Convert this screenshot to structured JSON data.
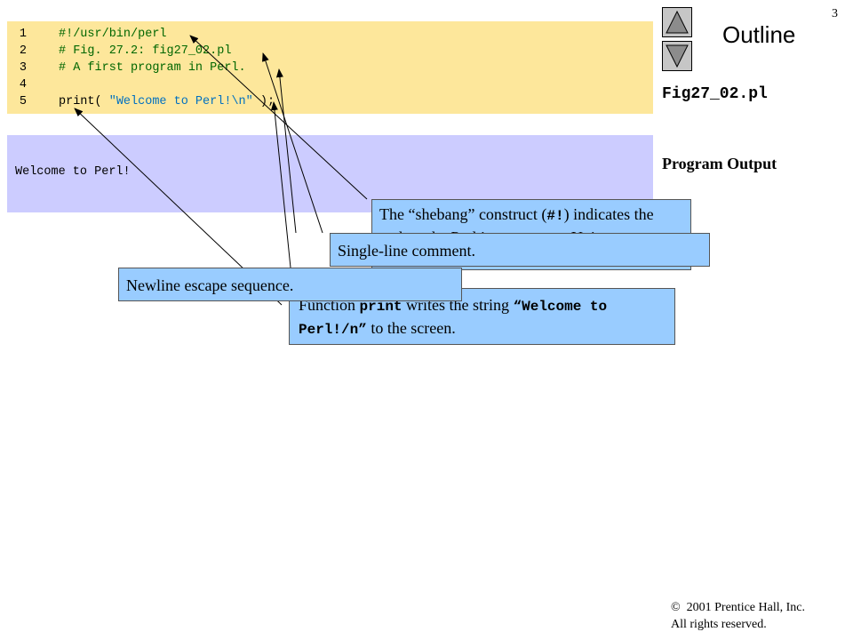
{
  "page_number": "3",
  "outline_label": "Outline",
  "filename": "Fig27_02.pl",
  "program_output_label": "Program Output",
  "code_lines": [
    {
      "num": "1",
      "text": "#!/usr/bin/perl"
    },
    {
      "num": "2",
      "text": "# Fig. 27.2: fig27_02.pl"
    },
    {
      "num": "3",
      "text": "# A first program in Perl."
    },
    {
      "num": "4",
      "text": ""
    },
    {
      "num": "5",
      "pre": "print( ",
      "str": "\"Welcome to Perl!\\n\"",
      "post": " );"
    }
  ],
  "output_text": "Welcome to Perl!",
  "callouts": {
    "shebang": {
      "pre": "The “shebang” construct (",
      "code": "#!",
      "post": ") indicates the path to the Perl interpreter on Unix systems."
    },
    "comment": {
      "text": "Single-line comment."
    },
    "newline": {
      "text": "Newline escape sequence."
    },
    "print": {
      "pre": "Function ",
      "code1": "print",
      "mid": " writes the string ",
      "code2": "“Welcome to Perl!/n”",
      "post": " to the screen."
    }
  },
  "copyright": {
    "symbol": "©",
    "line1": "2001 Prentice Hall, Inc.",
    "line2": "All rights reserved."
  },
  "colors": {
    "code_bg": "#fde79b",
    "output_bg": "#ccccff",
    "callout_bg": "#99ccff",
    "nav_btn": "#c6c6c6"
  },
  "icons": {
    "prev": "triangle-up-icon",
    "next": "triangle-down-icon"
  }
}
